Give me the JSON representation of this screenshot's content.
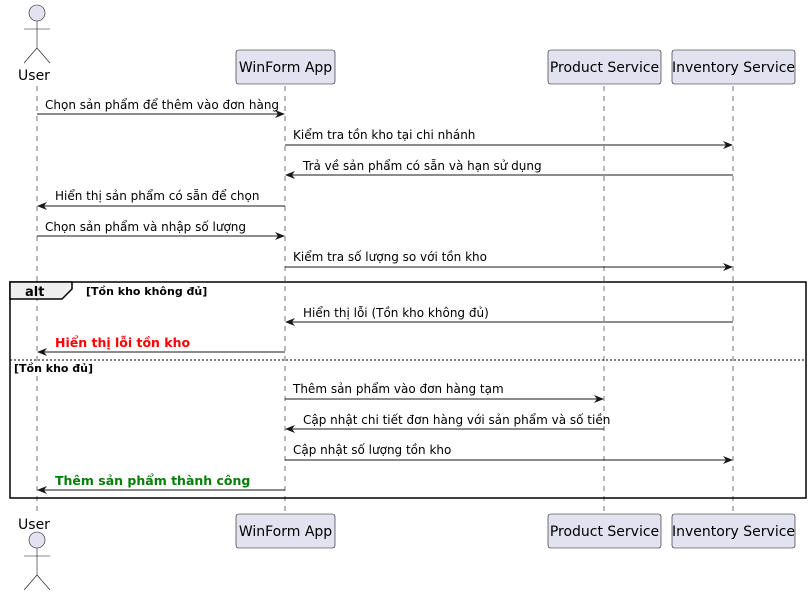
{
  "actor_name": "User",
  "participants": {
    "winform": "WinForm App",
    "product": "Product Service",
    "inventory": "Inventory Service"
  },
  "messages": [
    "Chọn sản phẩm để thêm vào đơn hàng",
    "Kiểm tra tồn kho tại chi nhánh",
    "Trả về sản phẩm có sẵn và hạn sử dụng",
    "Hiển thị sản phẩm có sẵn để chọn",
    "Chọn sản phẩm và nhập số lượng",
    "Kiểm tra số lượng so với tồn kho",
    "Hiển thị lỗi (Tồn kho không đủ)",
    "Hiển thị lỗi tồn kho",
    "Thêm sản phẩm vào đơn hàng tạm",
    "Cập nhật chi tiết đơn hàng với sản phẩm và số tiền",
    "Cập nhật số lượng tồn kho",
    "Thêm sản phẩm thành công"
  ],
  "alt": {
    "keyword": "alt",
    "guard_1": "[Tồn kho không đủ]",
    "guard_2": "[Tồn kho đủ]"
  },
  "colors": {
    "participant_fill": "#E2E2F0",
    "participant_border": "#181818",
    "error_text": "#FF0000",
    "success_text": "#008000"
  }
}
